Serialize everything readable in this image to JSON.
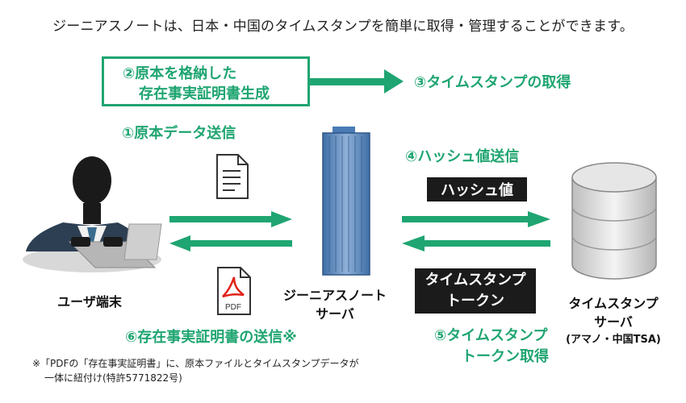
{
  "intro": "ジーニアスノートは、日本・中国のタイムスタンプを簡単に取得・管理することができます。",
  "steps": {
    "step2_line1": "②原本を格納した",
    "step2_line2": "存在事実証明書生成",
    "step3": "③タイムスタンプの取得",
    "step1": "①原本データ送信",
    "step4": "④ハッシュ値送信",
    "step6": "⑥存在事実証明書の送信※",
    "step5_line1": "⑤タイムスタンプ",
    "step5_line2": "トークン取得"
  },
  "boxes": {
    "hash": "ハッシュ値",
    "token_line1": "タイムスタンプ",
    "token_line2": "トークン"
  },
  "nodes": {
    "user": "ユーザ端末",
    "server_line1": "ジーニアスノート",
    "server_line2": "サーバ",
    "ts_line1": "タイムスタンプ",
    "ts_line2": "サーバ",
    "ts_line3": "(アマノ・中国TSA)"
  },
  "pdf_label": "PDF",
  "footnote": {
    "line1": "※「PDFの「存在事実証明書」に、原本ファイルとタイムスタンプデータが",
    "line2": "一体に紐付け(特許5771822号)"
  },
  "colors": {
    "accent": "#1fa571",
    "dark": "#1b1b1b",
    "pdf_red": "#e2231a",
    "server_blue": "#5f86b8"
  },
  "icons": [
    "person-at-laptop-icon",
    "document-icon",
    "pdf-icon",
    "server-tower-icon",
    "database-icon",
    "arrow-icon"
  ]
}
